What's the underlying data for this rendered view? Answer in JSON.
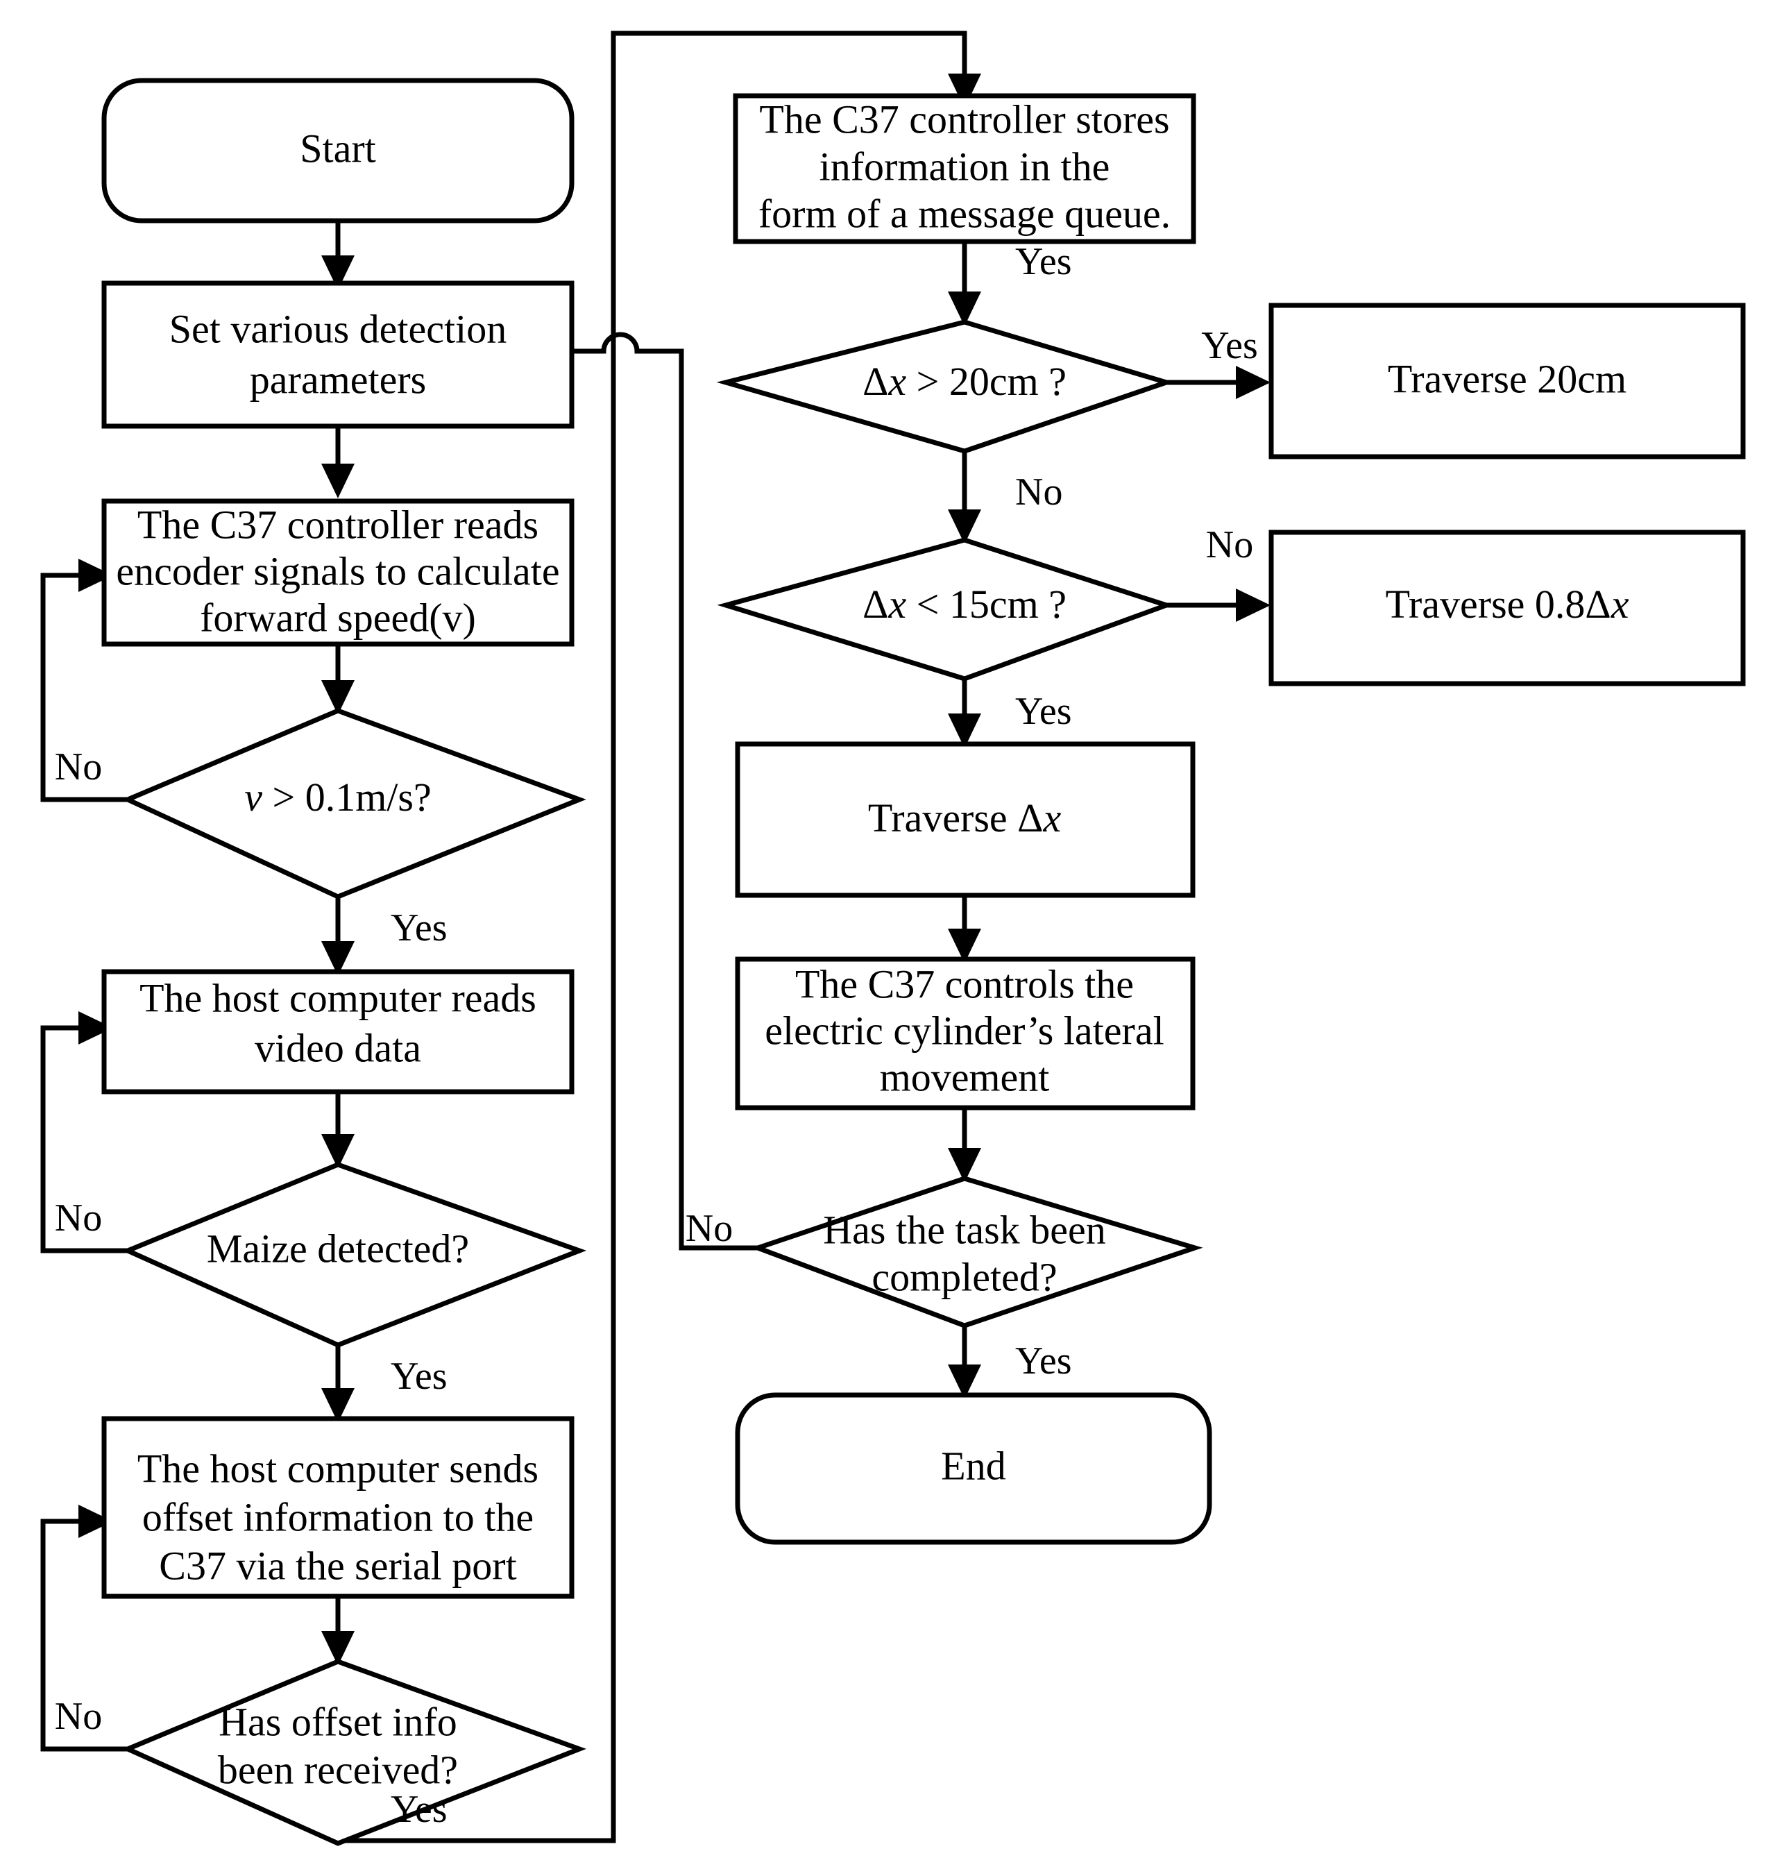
{
  "diagram": {
    "type": "flowchart",
    "title": "Maize detection and lateral traverse control flowchart",
    "orientation": "two-column vertical flow"
  },
  "nodes": {
    "start": {
      "shape": "terminator",
      "label": "Start"
    },
    "set_params": {
      "shape": "process",
      "label_line1": "Set various detection",
      "label_line2": "parameters"
    },
    "read_encoder": {
      "shape": "process",
      "label_line1": "The C37 controller reads",
      "label_line2": "encoder signals to calculate",
      "label_line3": "forward speed(v)"
    },
    "speed_check": {
      "shape": "decision",
      "label_pre": "",
      "label_var": "v",
      "label_post": " > 0.1m/s?"
    },
    "read_video": {
      "shape": "process",
      "label_line1": "The host computer reads",
      "label_line2": "video data"
    },
    "maize_check": {
      "shape": "decision",
      "label": "Maize detected?"
    },
    "send_offset": {
      "shape": "process",
      "label_line1": "The host computer sends",
      "label_line2": "offset information to the",
      "label_line3": "C37 via the serial port"
    },
    "offset_received": {
      "shape": "decision",
      "label_line1": "Has offset info",
      "label_line2": "been received?"
    },
    "store_queue": {
      "shape": "process",
      "label_line1": "The C37 controller stores",
      "label_line2": "information in the",
      "label_line3": "form of a message queue."
    },
    "dx_gt_20": {
      "shape": "decision",
      "label_pre": "Δ",
      "label_var": "x",
      "label_post": " > 20cm ?"
    },
    "dx_lt_15": {
      "shape": "decision",
      "label_pre": "Δ",
      "label_var": "x",
      "label_post": " < 15cm ?"
    },
    "traverse_20cm": {
      "shape": "process",
      "label": "Traverse 20cm"
    },
    "traverse_08dx": {
      "shape": "process",
      "label_pre": "Traverse 0.8Δ",
      "label_var": "x",
      "label_post": ""
    },
    "traverse_dx": {
      "shape": "process",
      "label_pre": "Traverse Δ",
      "label_var": "x",
      "label_post": ""
    },
    "control_cylinder": {
      "shape": "process",
      "label_line1": "The C37 controls the",
      "label_line2": "electric cylinder’s lateral",
      "label_line3": "movement"
    },
    "task_complete": {
      "shape": "decision",
      "label_line1": "Has the task been",
      "label_line2": "completed?"
    },
    "end": {
      "shape": "terminator",
      "label": "End"
    }
  },
  "edge_labels": {
    "speed_no": "No",
    "speed_yes": "Yes",
    "maize_no": "No",
    "maize_yes": "Yes",
    "offset_no": "No",
    "offset_yes": "Yes",
    "store_yes": "Yes",
    "dx_gt_20_yes": "Yes",
    "dx_gt_20_no": "No",
    "dx_lt_15_no": "No",
    "dx_lt_15_yes": "Yes",
    "task_no": "No",
    "task_yes": "Yes"
  },
  "colors": {
    "stroke": "#000000",
    "fill": "#ffffff",
    "background": "#ffffff"
  }
}
